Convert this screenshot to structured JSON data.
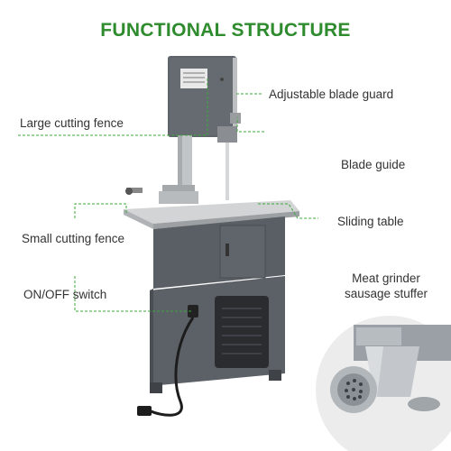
{
  "title": "FUNCTIONAL STRUCTURE",
  "colors": {
    "title": "#2e8b2e",
    "leader": "#3aa83a",
    "machine_body": "#5b6066",
    "steel": "#c9ccce"
  },
  "labels": {
    "blade_guard": "Adjustable blade guard",
    "large_fence": "Large cutting fence",
    "blade_guide": "Blade guide",
    "sliding_table": "Sliding table",
    "small_fence": "Small cutting fence",
    "meat_grinder_line1": "Meat grinder",
    "meat_grinder_line2": "sausage stuffer",
    "on_off": "ON/OFF switch"
  }
}
